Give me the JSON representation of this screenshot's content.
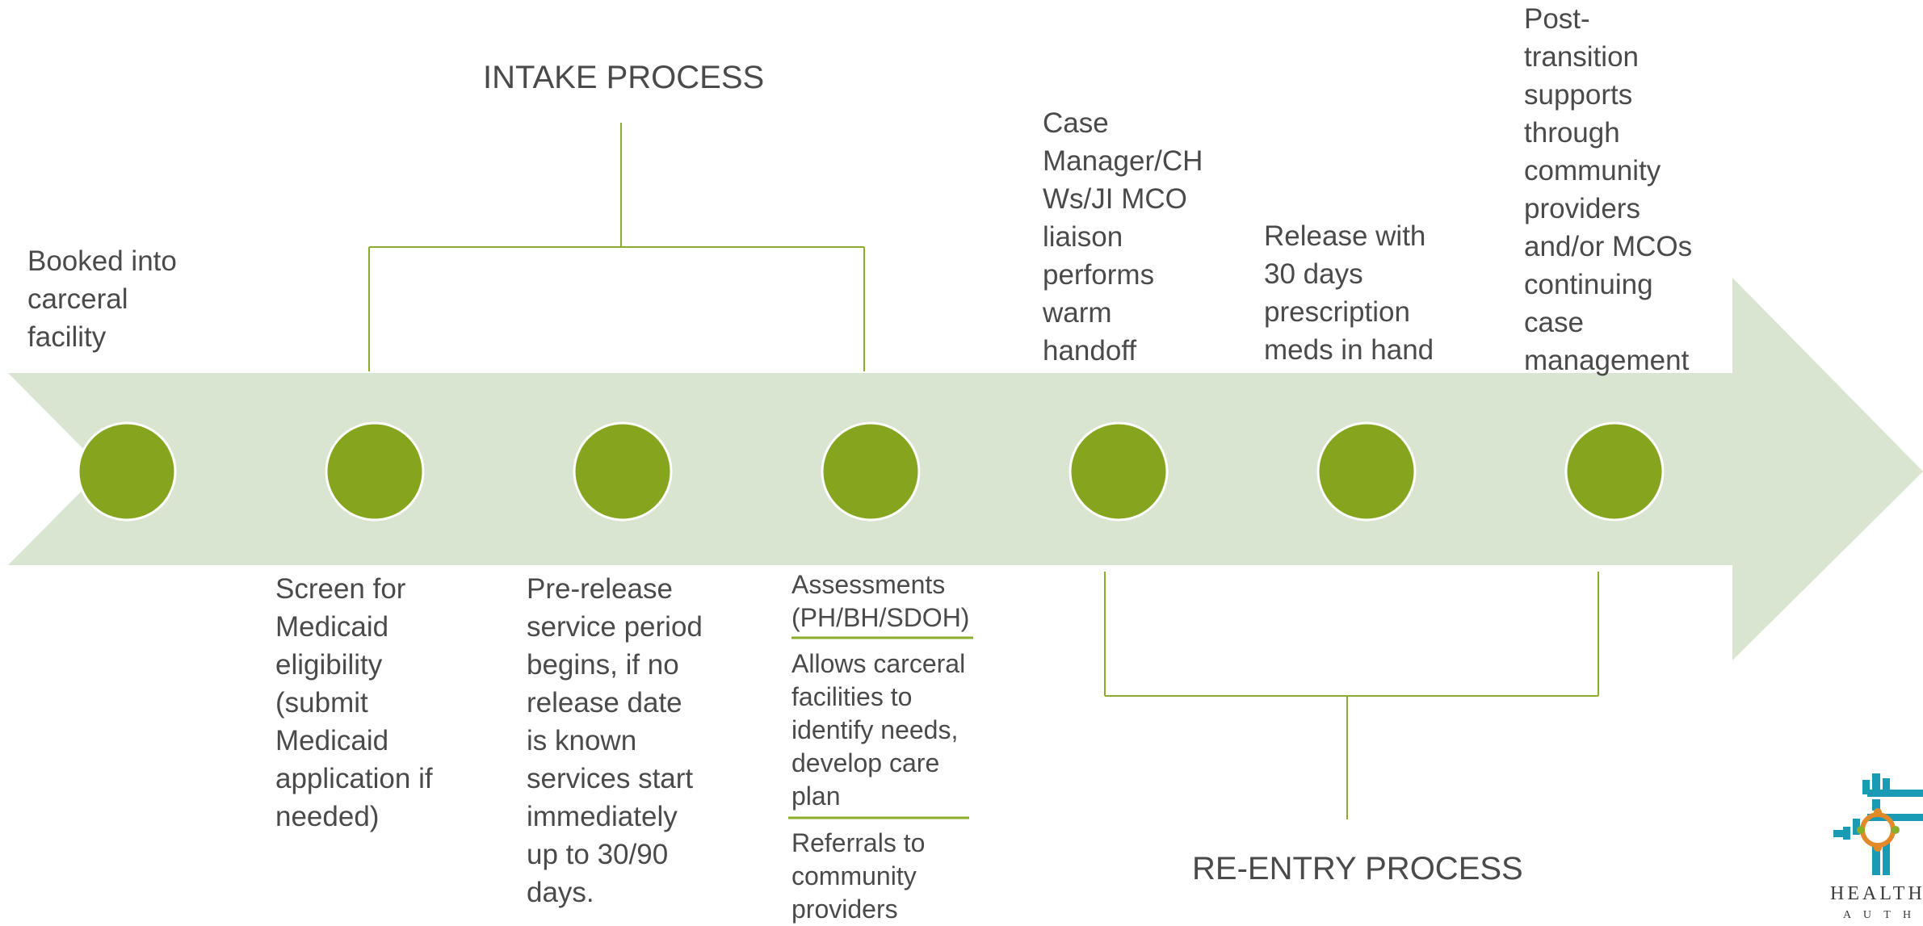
{
  "colors": {
    "arrow": "#d9e4d1",
    "milestone": "#86a51f",
    "bracket": "#8aae2b",
    "text": "#4a4a4a",
    "logo_teal": "#1a9bb5",
    "logo_orange": "#e28a2a"
  },
  "milestones_count": 7,
  "headings": {
    "intake": "INTAKE PROCESS",
    "reentry": "RE-ENTRY PROCESS"
  },
  "steps": {
    "booked": "Booked into\ncarceral\nfacility",
    "screen": "Screen for\nMedicaid\neligibility\n(submit\nMedicaid\napplication if\nneeded)",
    "prerelease": "Pre-release\nservice period\nbegins, if no\nrelease date\nis known\nservices start\nimmediately\nup to 30/90\ndays.",
    "assessments": "Assessments\n(PH/BH/SDOH)",
    "allows": "Allows carceral\nfacilities to\nidentify needs,\ndevelop care\nplan",
    "referrals": "Referrals to\ncommunity\nproviders",
    "case_manager": "Case\nManager/CH\nWs/JI MCO\nliaison\nperforms\nwarm\nhandoff",
    "release": "Release with\n30 days\nprescription\nmeds in hand",
    "post_transition": "Post-\ntransition\nsupports\nthrough\ncommunity\nproviders\nand/or MCOs\ncontinuing\ncase\nmanagement"
  },
  "logo": {
    "line1": "HEALTH CA",
    "line2": "A U T H O R I"
  }
}
